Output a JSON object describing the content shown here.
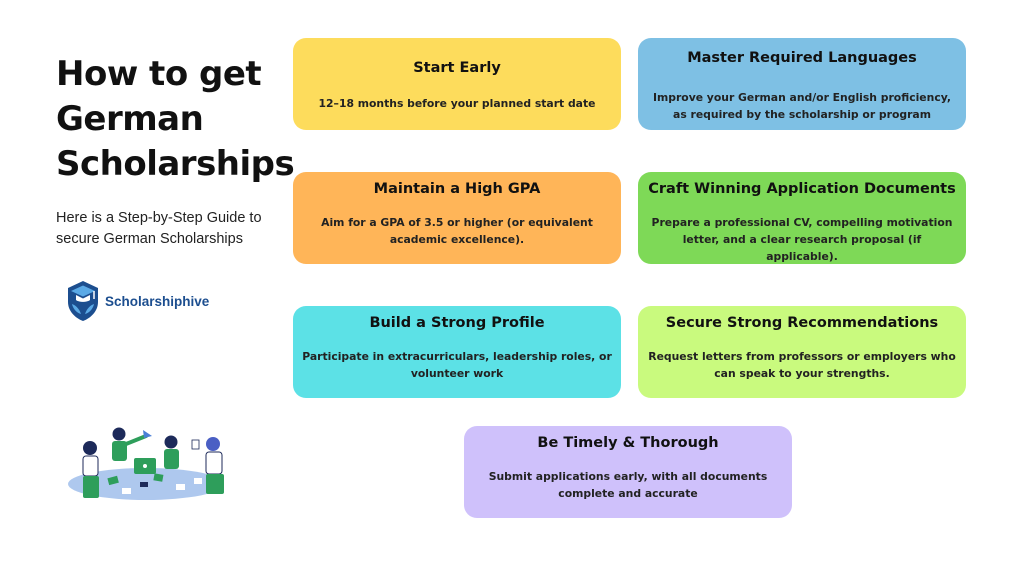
{
  "heading": {
    "title_lines": [
      "How to get",
      "German",
      "Scholarships"
    ],
    "subtitle": "Here is a Step-by-Step Guide to secure German Scholarships"
  },
  "brand": {
    "name": "Scholarshiphive",
    "icon": "graduation-cap-shield-icon",
    "color": "#1c4e8f"
  },
  "illustration": {
    "icon": "team-collaboration-illustration"
  },
  "cards": [
    {
      "title": "Start Early",
      "description": "12–18 months before your planned start date",
      "color": "#fddc5c"
    },
    {
      "title": "Master Required Languages",
      "description": "Improve your German and/or English proficiency, as required by the scholarship or program",
      "color": "#7ec0e4"
    },
    {
      "title": "Maintain a High GPA",
      "description": "Aim for a GPA of 3.5 or higher (or equivalent academic excellence).",
      "color": "#ffb558"
    },
    {
      "title": "Craft Winning Application Documents",
      "description": "Prepare a professional CV, compelling motivation letter, and a clear research proposal (if applicable).",
      "color": "#7ed957"
    },
    {
      "title": "Build a Strong Profile",
      "description": "Participate in extracurriculars, leadership roles, or volunteer work",
      "color": "#5ce1e6"
    },
    {
      "title": "Secure Strong Recommendations",
      "description": "Request letters from professors or employers who can speak to your strengths.",
      "color": "#c9fa7e"
    },
    {
      "title": "Be Timely & Thorough",
      "description": "Submit applications early, with all documents complete and accurate",
      "color": "#cfc1fb"
    }
  ]
}
